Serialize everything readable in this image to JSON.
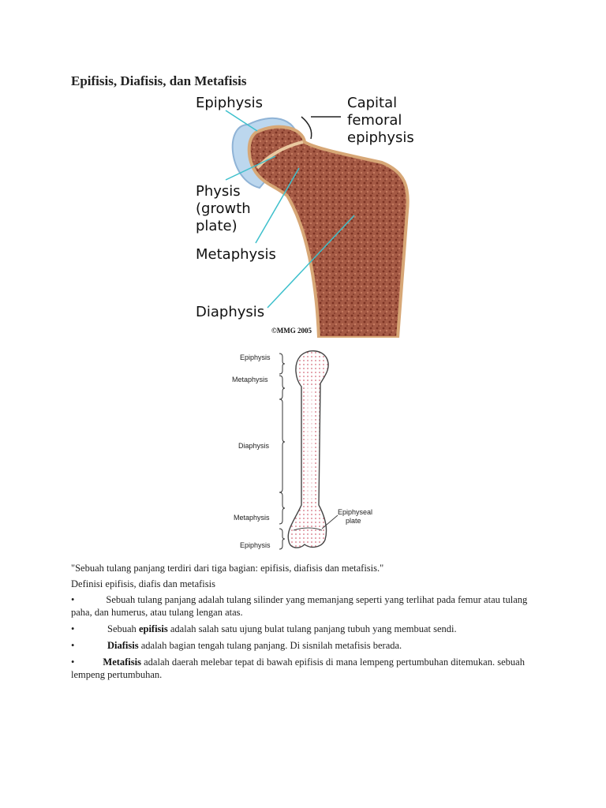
{
  "title": "Epifisis, Diafisis, dan Metafisis",
  "figure1": {
    "labels": {
      "epiphysis": "Epiphysis",
      "capital_1": "Capital",
      "capital_2": "femoral",
      "capital_3": "epiphysis",
      "physis_1": "Physis",
      "physis_2": "(growth",
      "physis_3": "plate)",
      "metaphysis": "Metaphysis",
      "diaphysis": "Diaphysis"
    },
    "copyright": "©MMG 2005",
    "colors": {
      "bone": "#a0523d",
      "cartilage": "#b8d4ec",
      "outline": "#c89a6a"
    }
  },
  "figure2": {
    "labels": {
      "epiphysis_top": "Epiphysis",
      "metaphysis_top": "Metaphysis",
      "diaphysis": "Diaphysis",
      "metaphysis_bottom": "Metaphysis",
      "epiphysis_bottom": "Epiphysis",
      "plate_1": "Epiphyseal",
      "plate_2": "plate"
    }
  },
  "content": {
    "quote": "\"Sebuah tulang panjang terdiri dari tiga bagian: epifisis, diafisis dan metafisis.\"",
    "definition_heading": "Definisi epifisis, diafis dan metafisis",
    "bullet_char": "•",
    "bullet1": "Sebuah tulang panjang adalah tulang silinder yang memanjang seperti yang terlihat pada femur atau tulang paha, dan humerus, atau tulang lengan atas.",
    "bullet2_pre": "Sebuah ",
    "bullet2_bold": "epifisis",
    "bullet2_post": " adalah salah satu ujung bulat tulang panjang tubuh yang membuat sendi.",
    "bullet3_bold": "Diafisis",
    "bullet3_post": " adalah bagian tengah tulang panjang. Di sisnilah metafisis berada.",
    "bullet4_bold": "Metafisis",
    "bullet4_post": " adalah daerah melebar tepat di bawah epifisis di mana lempeng pertumbuhan ditemukan. sebuah lempeng pertumbuhan."
  }
}
